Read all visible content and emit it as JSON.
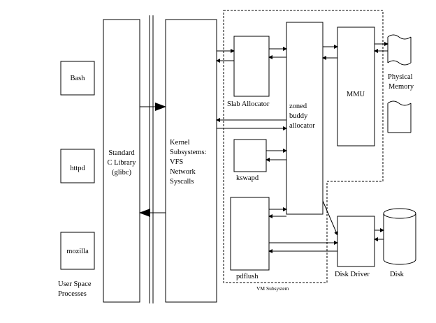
{
  "diagram": {
    "user_space": {
      "processes": [
        "Bash",
        "httpd",
        "mozilla"
      ],
      "label_line1": "User Space",
      "label_line2": "Processes"
    },
    "libc": {
      "line1": "Standard",
      "line2": "C Library",
      "line3": "(glibc)"
    },
    "kernel": {
      "line1": "Kernel",
      "line2": "Subsystems:",
      "line3": "VFS",
      "line4": "Network",
      "line5": "Syscalls"
    },
    "vm_subsystem_label": "VM Subsystem",
    "slab_allocator": "Slab Allocator",
    "kswapd": "kswapd",
    "pdflush": "pdflush",
    "buddy": {
      "line1": "zoned",
      "line2": "buddy",
      "line3": "allocator"
    },
    "mmu": "MMU",
    "physical_memory": {
      "line1": "Physical",
      "line2": "Memory"
    },
    "disk_driver": "Disk Driver",
    "disk": "Disk"
  }
}
